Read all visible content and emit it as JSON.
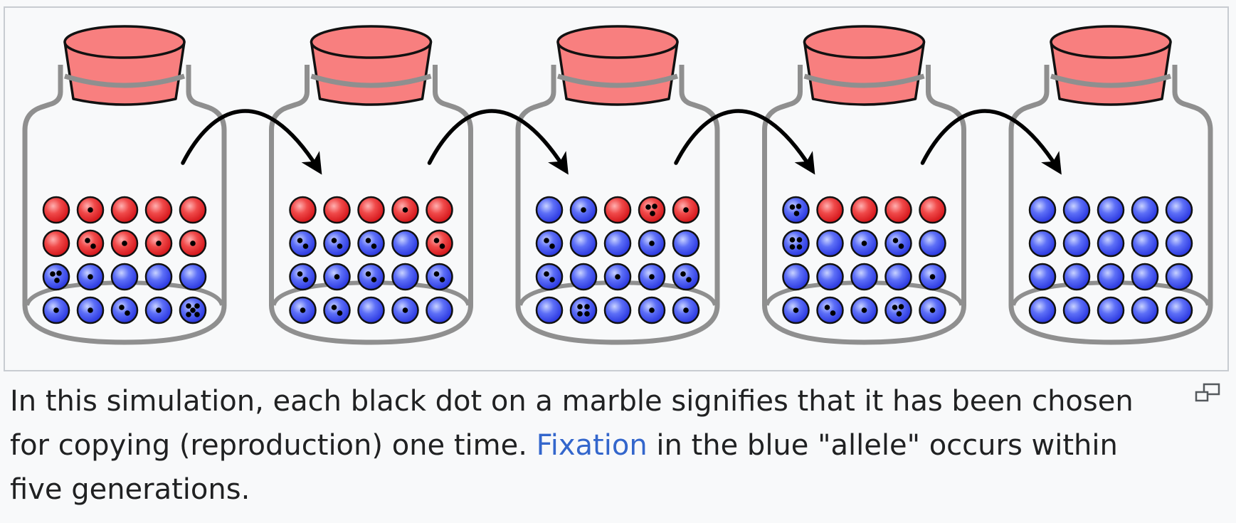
{
  "caption": {
    "before_link": "In this simulation, each black dot on a marble signifies that it has been chosen for copying (reproduction) one time. ",
    "link_text": "Fixation",
    "after_link": " in the blue \"allele\" occurs within five generations."
  },
  "icons": {
    "enlarge": "magnify-clip-icon"
  },
  "colors": {
    "red_marble": "#e8262b",
    "blue_marble": "#3b4ef0",
    "cork": "#f87f7f",
    "jar_outline": "#8f8f8f",
    "link": "#3366cc"
  },
  "generations": [
    {
      "rows": [
        [
          {
            "c": "r",
            "d": 0
          },
          {
            "c": "r",
            "d": 1
          },
          {
            "c": "r",
            "d": 0
          },
          {
            "c": "r",
            "d": 0
          },
          {
            "c": "r",
            "d": 0
          }
        ],
        [
          {
            "c": "r",
            "d": 0
          },
          {
            "c": "r",
            "d": 2
          },
          {
            "c": "r",
            "d": 1
          },
          {
            "c": "r",
            "d": 1
          },
          {
            "c": "r",
            "d": 1
          }
        ],
        [
          {
            "c": "b",
            "d": 3
          },
          {
            "c": "b",
            "d": 1
          },
          {
            "c": "b",
            "d": 0
          },
          {
            "c": "b",
            "d": 0
          },
          {
            "c": "b",
            "d": 0
          }
        ],
        [
          {
            "c": "b",
            "d": 1
          },
          {
            "c": "b",
            "d": 1
          },
          {
            "c": "b",
            "d": 2
          },
          {
            "c": "b",
            "d": 1
          },
          {
            "c": "b",
            "d": 5
          }
        ]
      ]
    },
    {
      "rows": [
        [
          {
            "c": "r",
            "d": 0
          },
          {
            "c": "r",
            "d": 0
          },
          {
            "c": "r",
            "d": 0
          },
          {
            "c": "r",
            "d": 1
          },
          {
            "c": "r",
            "d": 0
          }
        ],
        [
          {
            "c": "b",
            "d": 2
          },
          {
            "c": "b",
            "d": 2
          },
          {
            "c": "b",
            "d": 2
          },
          {
            "c": "b",
            "d": 0
          },
          {
            "c": "r",
            "d": 2
          }
        ],
        [
          {
            "c": "b",
            "d": 2
          },
          {
            "c": "b",
            "d": 1
          },
          {
            "c": "b",
            "d": 2
          },
          {
            "c": "b",
            "d": 0
          },
          {
            "c": "b",
            "d": 2
          }
        ],
        [
          {
            "c": "b",
            "d": 1
          },
          {
            "c": "b",
            "d": 2
          },
          {
            "c": "b",
            "d": 0
          },
          {
            "c": "b",
            "d": 1
          },
          {
            "c": "b",
            "d": 0
          }
        ]
      ]
    },
    {
      "rows": [
        [
          {
            "c": "b",
            "d": 0
          },
          {
            "c": "b",
            "d": 1
          },
          {
            "c": "r",
            "d": 0
          },
          {
            "c": "r",
            "d": 3
          },
          {
            "c": "r",
            "d": 1
          }
        ],
        [
          {
            "c": "b",
            "d": 2
          },
          {
            "c": "b",
            "d": 0
          },
          {
            "c": "b",
            "d": 0
          },
          {
            "c": "b",
            "d": 1
          },
          {
            "c": "b",
            "d": 0
          }
        ],
        [
          {
            "c": "b",
            "d": 2
          },
          {
            "c": "b",
            "d": 0
          },
          {
            "c": "b",
            "d": 1
          },
          {
            "c": "b",
            "d": 1
          },
          {
            "c": "b",
            "d": 2
          }
        ],
        [
          {
            "c": "b",
            "d": 0
          },
          {
            "c": "b",
            "d": 4
          },
          {
            "c": "b",
            "d": 0
          },
          {
            "c": "b",
            "d": 1
          },
          {
            "c": "b",
            "d": 1
          }
        ]
      ]
    },
    {
      "rows": [
        [
          {
            "c": "b",
            "d": 3
          },
          {
            "c": "r",
            "d": 0
          },
          {
            "c": "r",
            "d": 0
          },
          {
            "c": "r",
            "d": 0
          },
          {
            "c": "r",
            "d": 0
          }
        ],
        [
          {
            "c": "b",
            "d": 4
          },
          {
            "c": "b",
            "d": 0
          },
          {
            "c": "b",
            "d": 1
          },
          {
            "c": "b",
            "d": 2
          },
          {
            "c": "b",
            "d": 0
          }
        ],
        [
          {
            "c": "b",
            "d": 0
          },
          {
            "c": "b",
            "d": 0
          },
          {
            "c": "b",
            "d": 0
          },
          {
            "c": "b",
            "d": 0
          },
          {
            "c": "b",
            "d": 1
          }
        ],
        [
          {
            "c": "b",
            "d": 1
          },
          {
            "c": "b",
            "d": 2
          },
          {
            "c": "b",
            "d": 1
          },
          {
            "c": "b",
            "d": 3
          },
          {
            "c": "b",
            "d": 1
          }
        ]
      ]
    },
    {
      "rows": [
        [
          {
            "c": "b",
            "d": 0
          },
          {
            "c": "b",
            "d": 0
          },
          {
            "c": "b",
            "d": 0
          },
          {
            "c": "b",
            "d": 0
          },
          {
            "c": "b",
            "d": 0
          }
        ],
        [
          {
            "c": "b",
            "d": 0
          },
          {
            "c": "b",
            "d": 0
          },
          {
            "c": "b",
            "d": 0
          },
          {
            "c": "b",
            "d": 0
          },
          {
            "c": "b",
            "d": 0
          }
        ],
        [
          {
            "c": "b",
            "d": 0
          },
          {
            "c": "b",
            "d": 0
          },
          {
            "c": "b",
            "d": 0
          },
          {
            "c": "b",
            "d": 0
          },
          {
            "c": "b",
            "d": 0
          }
        ],
        [
          {
            "c": "b",
            "d": 0
          },
          {
            "c": "b",
            "d": 0
          },
          {
            "c": "b",
            "d": 0
          },
          {
            "c": "b",
            "d": 0
          },
          {
            "c": "b",
            "d": 0
          }
        ]
      ]
    }
  ]
}
